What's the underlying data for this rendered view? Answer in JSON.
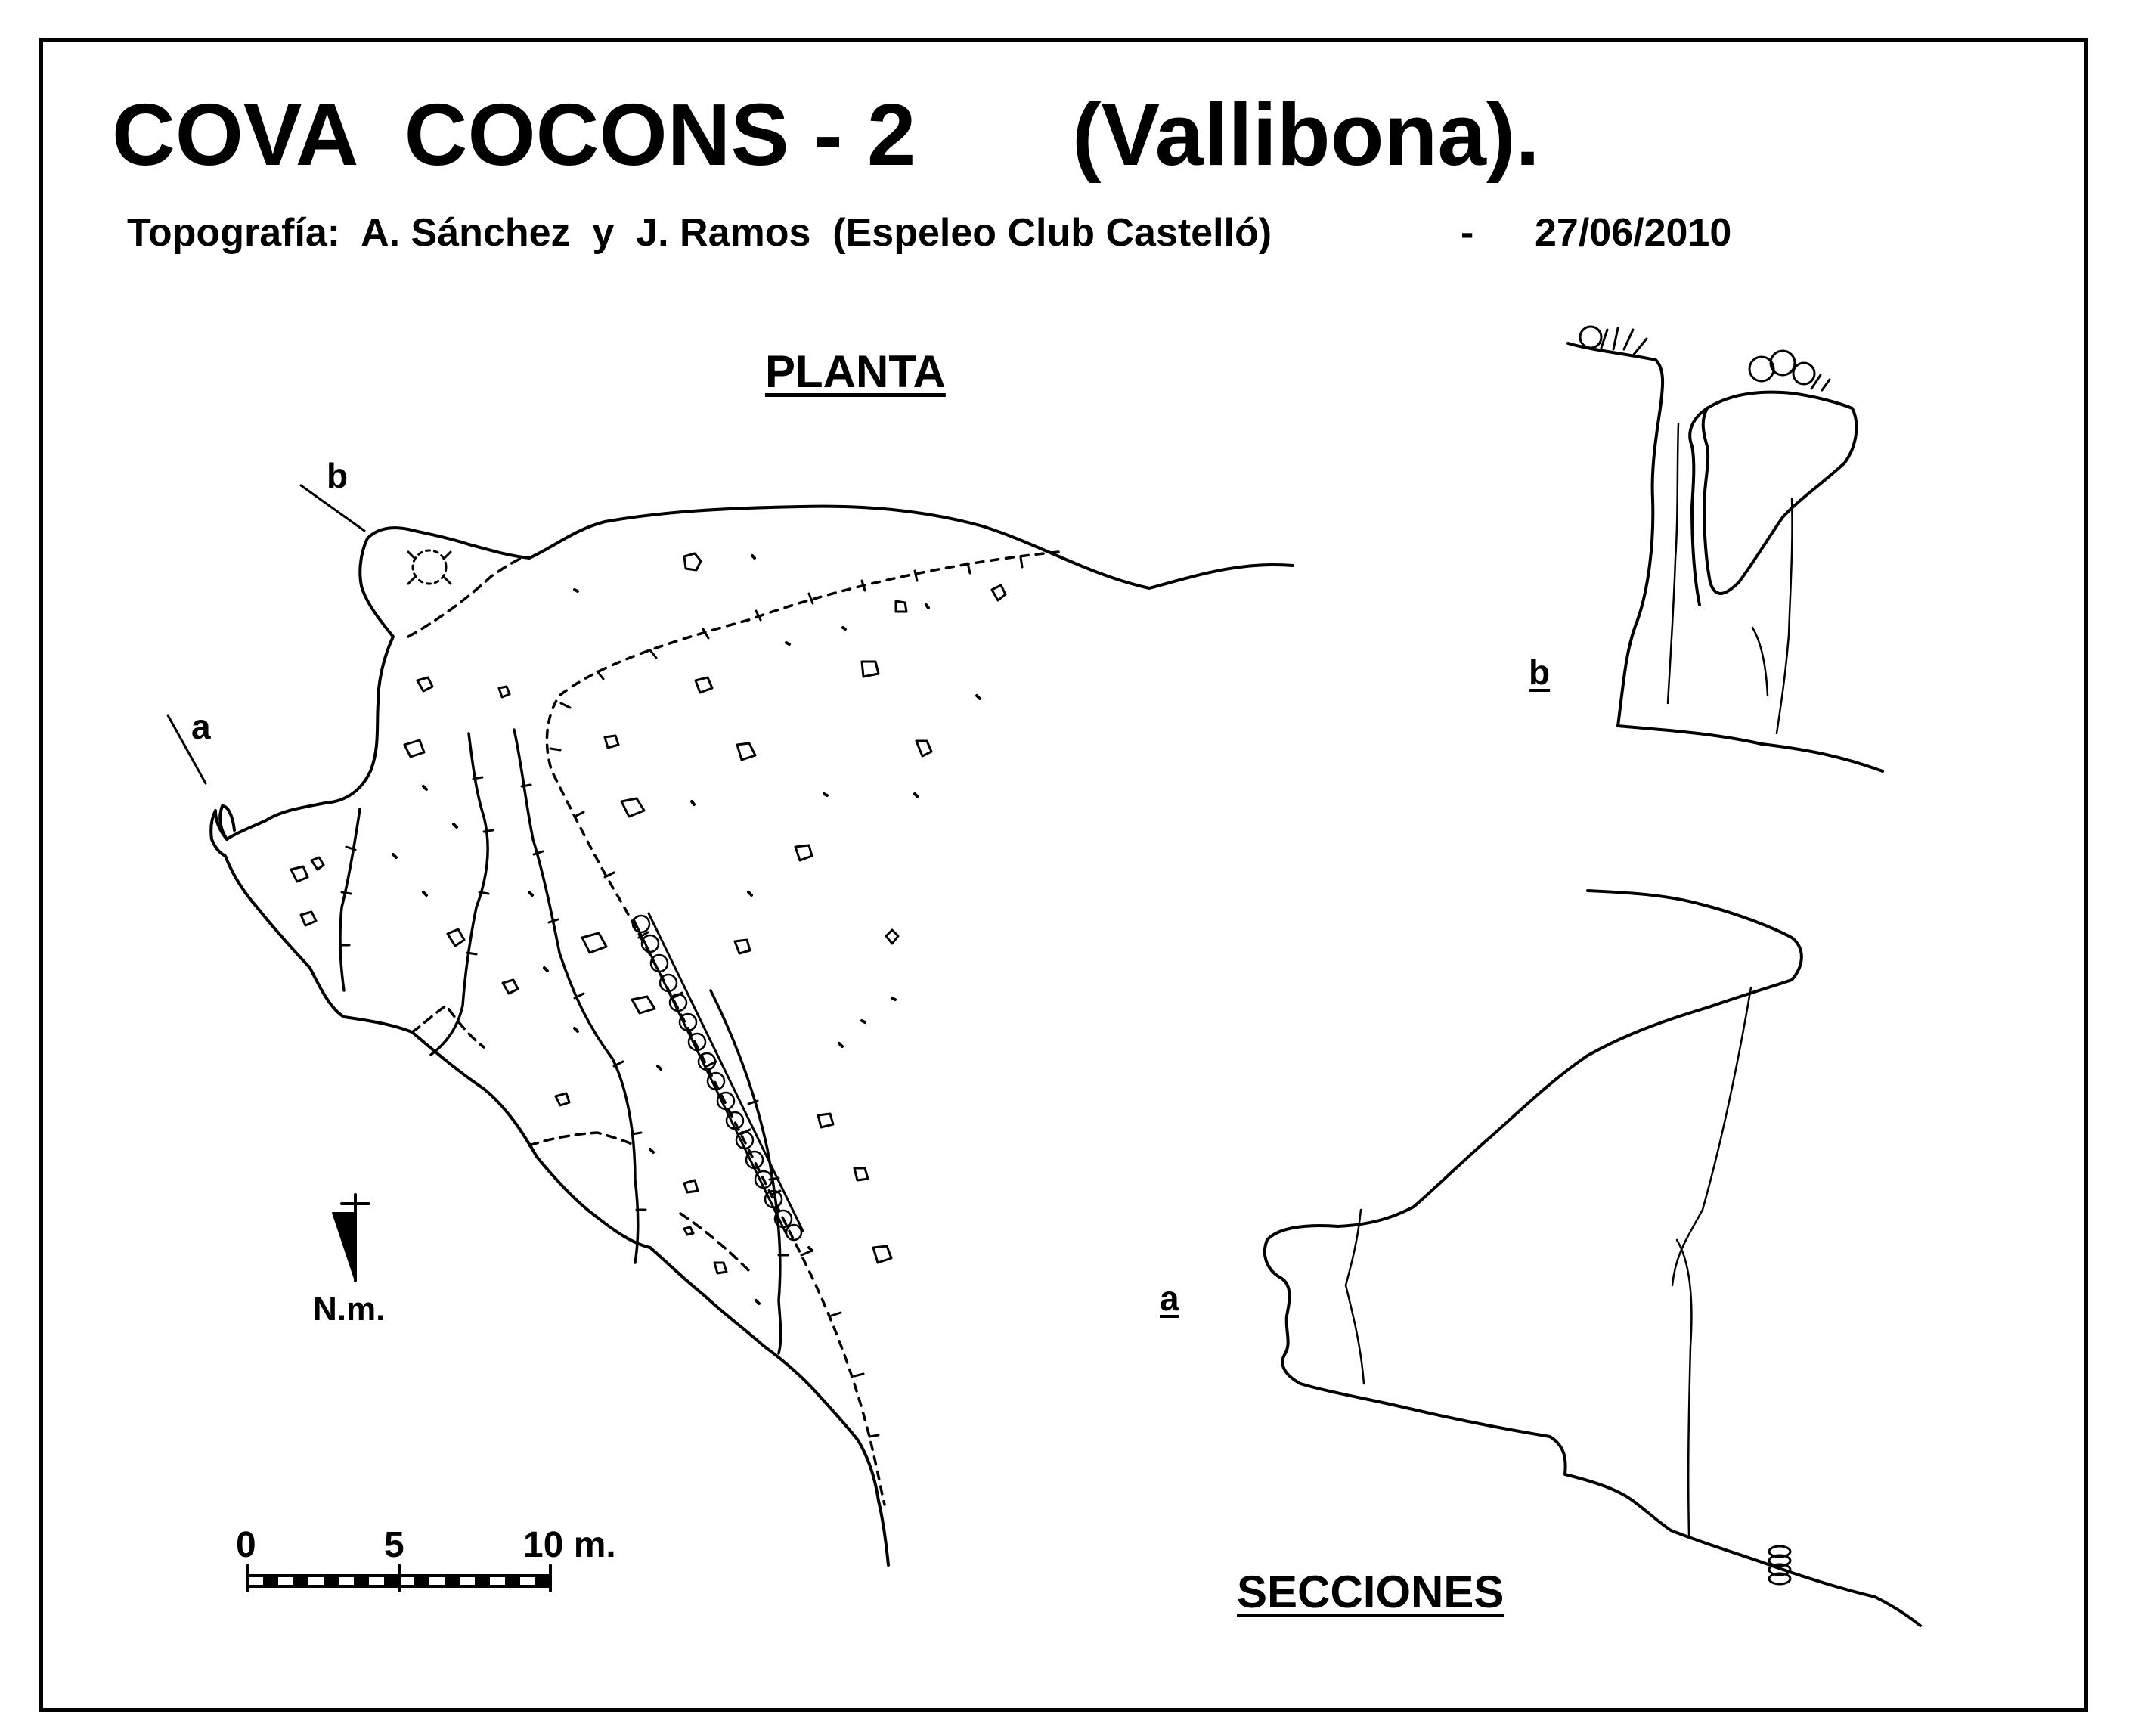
{
  "title": {
    "cave_name": "COVA  COCONS - 2",
    "locality": "(Vallibona)."
  },
  "credits": {
    "text": "Topografía:  A. Sánchez  y  J. Ramos  (Espeleo Club Castelló)",
    "separator": "-",
    "date": "27/06/2010"
  },
  "plan": {
    "heading": "PLANTA",
    "section_line_a": "a",
    "section_line_b": "b",
    "north_arrow": {
      "icon": "magnetic-north-arrow-icon",
      "label": "N.m."
    },
    "scale_bar": {
      "label_0": "0",
      "label_5": "5",
      "label_10": "10 m."
    }
  },
  "sections": {
    "heading": "SECCIONES",
    "section_b_label": "b",
    "section_a_label": "a"
  },
  "colors": {
    "ink": "#000000",
    "paper": "#ffffff"
  }
}
